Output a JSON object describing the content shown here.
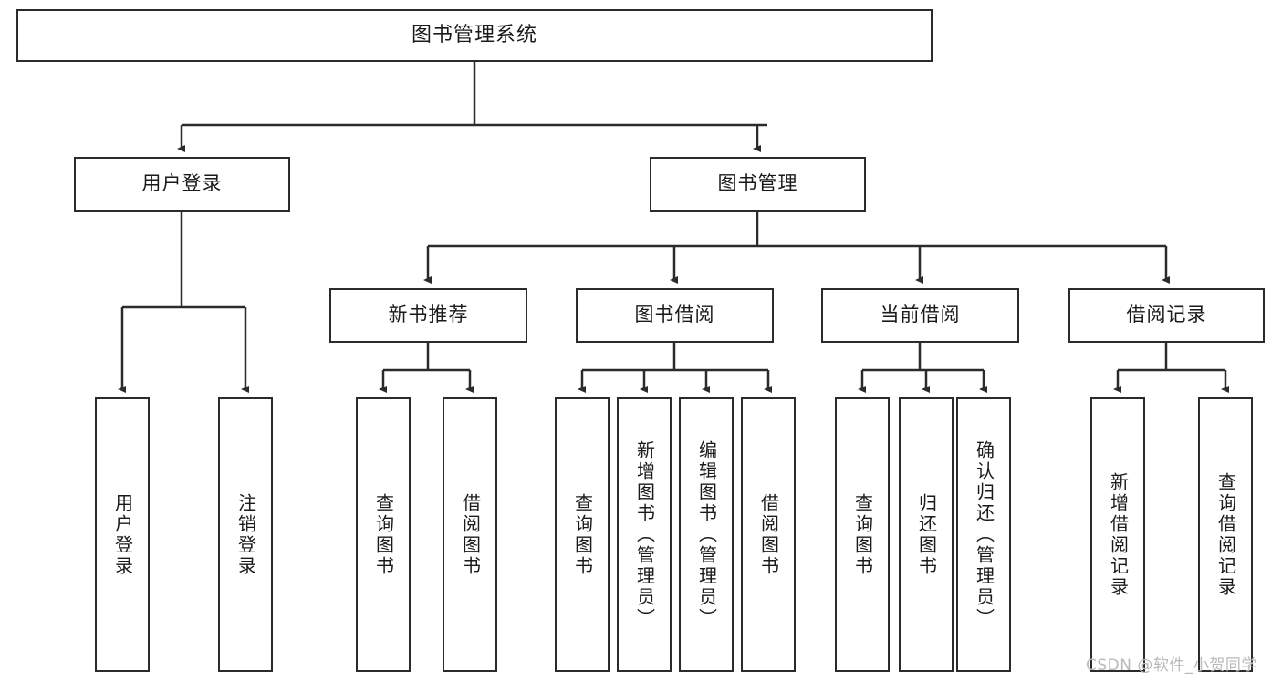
{
  "diagram": {
    "title": "图书管理系统",
    "root": {
      "label": "图书管理系统"
    },
    "level1": [
      {
        "label": "用户登录"
      },
      {
        "label": "图书管理"
      }
    ],
    "level2": [
      {
        "label": "新书推荐"
      },
      {
        "label": "图书借阅"
      },
      {
        "label": "当前借阅"
      },
      {
        "label": "借阅记录"
      }
    ],
    "leaves": {
      "user_login": [
        {
          "label": "用户登录"
        },
        {
          "label": "注销登录"
        }
      ],
      "new_book_recommend": [
        {
          "label": "查询图书"
        },
        {
          "label": "借阅图书"
        }
      ],
      "book_borrow": [
        {
          "label": "查询图书"
        },
        {
          "label": "新增图书（管理员）"
        },
        {
          "label": "编辑图书（管理员）"
        },
        {
          "label": "借阅图书"
        }
      ],
      "current_borrow": [
        {
          "label": "查询图书"
        },
        {
          "label": "归还图书"
        },
        {
          "label": "确认归还（管理员）"
        }
      ],
      "borrow_record": [
        {
          "label": "新增借阅记录"
        },
        {
          "label": "查询借阅记录"
        }
      ]
    }
  },
  "watermark": {
    "text": "CSDN @软件_小贺同学"
  },
  "colors": {
    "stroke": "#2b2b2b",
    "fill": "#ffffff",
    "text": "#1a1a1a",
    "watermark": "#b9b9b9"
  }
}
